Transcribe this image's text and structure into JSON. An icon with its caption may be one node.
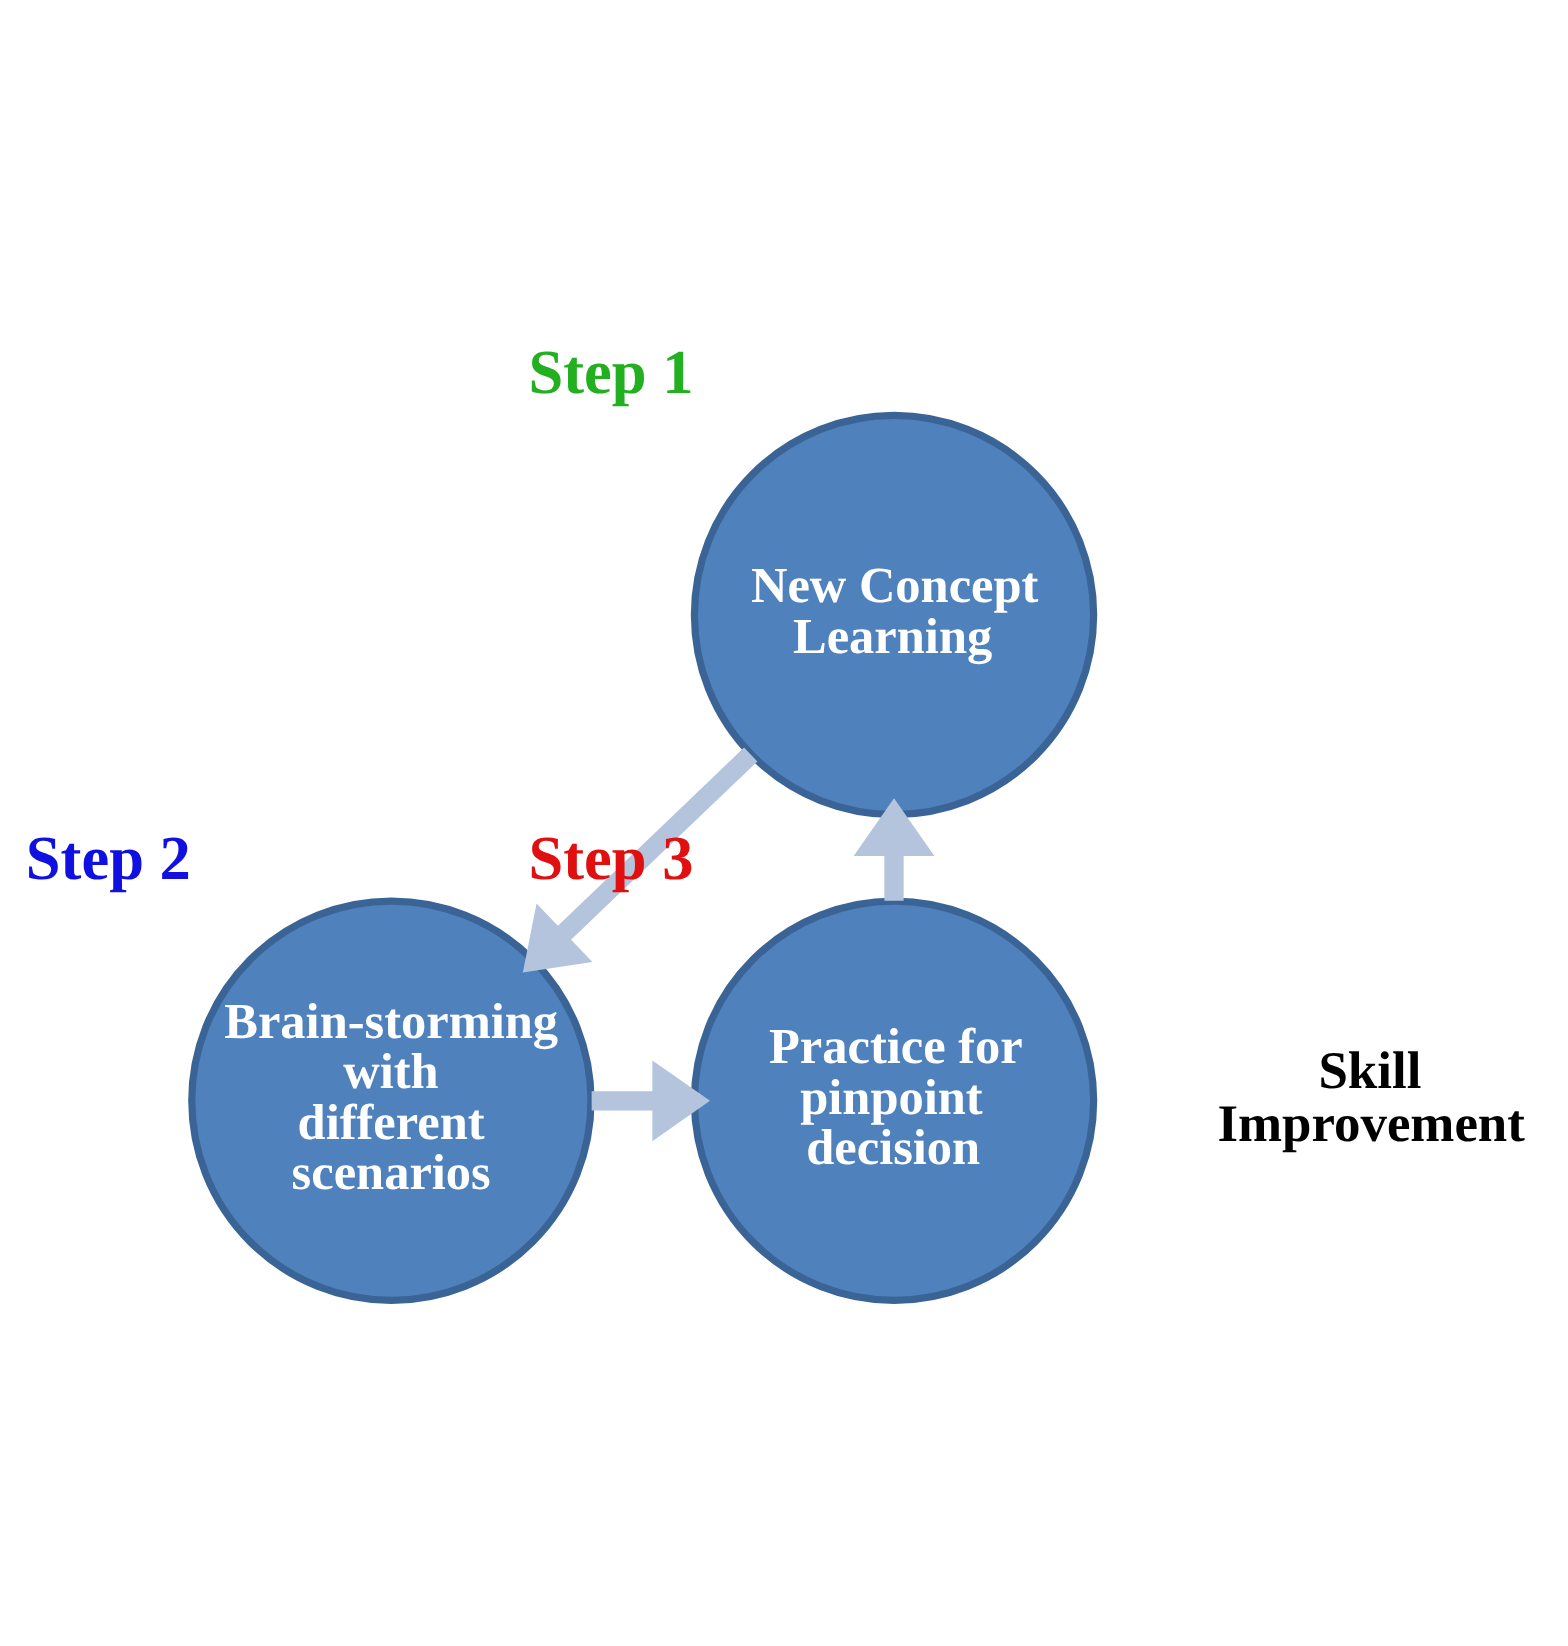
{
  "diagram": {
    "nodes": [
      {
        "text": [
          "Step 1",
          "New Concept Learning"
        ]
      },
      {
        "text": [
          "Step 2",
          "Brain-storming with different scenarios"
        ]
      },
      {
        "text": [
          "Step 3",
          "Practice for pinpoint decision"
        ]
      }
    ],
    "edges": [
      {
        "from": 0,
        "to": 1,
        "arrow": "to"
      },
      {
        "from": 1,
        "to": 2,
        "arrow": "to"
      },
      {
        "from": 2,
        "to": 0,
        "arrow": "to"
      }
    ],
    "labels": [
      "Skill Improvement"
    ]
  }
}
